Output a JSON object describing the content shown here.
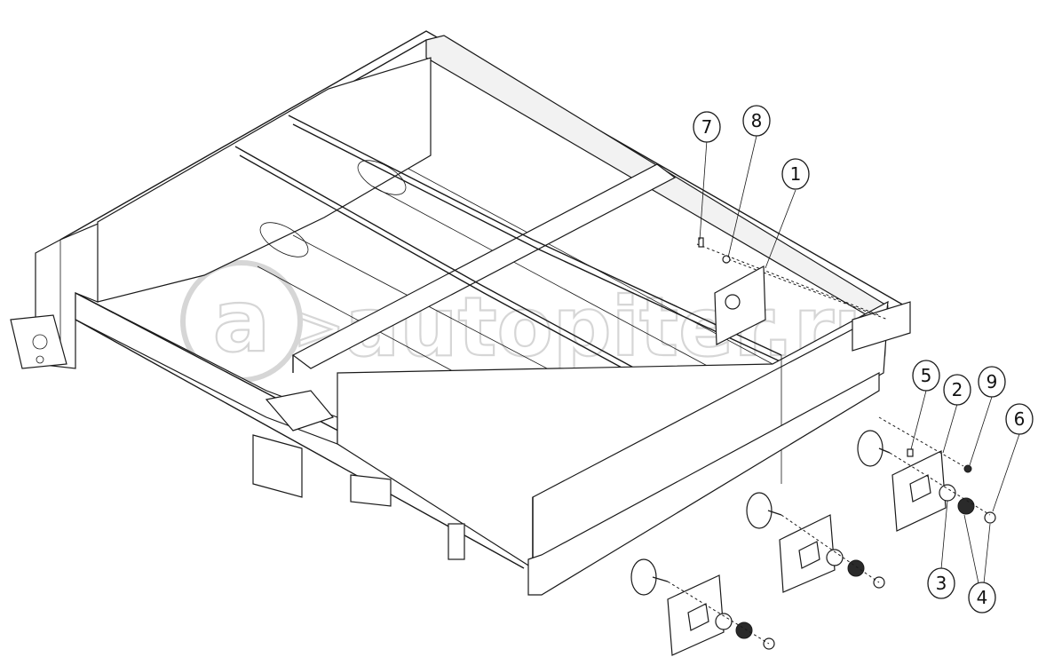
{
  "watermark": {
    "text": "autopiter.ru",
    "color": "#d6d6d6"
  },
  "callouts": [
    {
      "id": "c7",
      "label": "7"
    },
    {
      "id": "c8",
      "label": "8"
    },
    {
      "id": "c1",
      "label": "1"
    },
    {
      "id": "c5",
      "label": "5"
    },
    {
      "id": "c2",
      "label": "2"
    },
    {
      "id": "c9",
      "label": "9"
    },
    {
      "id": "c6",
      "label": "6"
    },
    {
      "id": "c3",
      "label": "3"
    },
    {
      "id": "c4",
      "label": "4"
    }
  ],
  "colors": {
    "line": "#1a1a1a",
    "background": "#ffffff"
  }
}
